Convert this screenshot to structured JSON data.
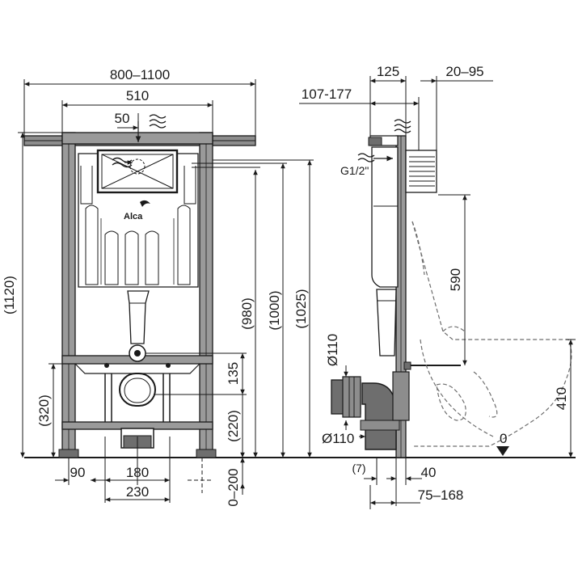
{
  "brand": {
    "logo_text": "Alca"
  },
  "front_view": {
    "overall_width": "800–1100",
    "frame_width": "510",
    "water_inlet_offset": "50",
    "total_height": "(1120)",
    "height_980": "(980)",
    "height_1000": "(1000)",
    "height_1025": "(1025)",
    "drain_height": "135",
    "leg_height": "(320)",
    "drain_bottom_height": "(220)",
    "bottom_left": "90",
    "bottom_center": "180",
    "bottom_width": "230",
    "floor_range": "0–200"
  },
  "side_view": {
    "top_depth": "125",
    "wall_offset": "20–95",
    "connection_range": "107-177",
    "thread_label": "G1/2\"",
    "bolt_height": "590",
    "pipe_label_top": "Ø110",
    "pipe_label_bottom": "Ø110",
    "bowl_height": "410",
    "floor_zero": "0",
    "offset_small": "(7)",
    "offset_40": "40",
    "depth_range": "75–168"
  },
  "colors": {
    "line": "#1a1a1a",
    "frame_fill": "#9a9a9a",
    "tank_fill": "#ffffff",
    "ghost": "#6d6d6d"
  }
}
